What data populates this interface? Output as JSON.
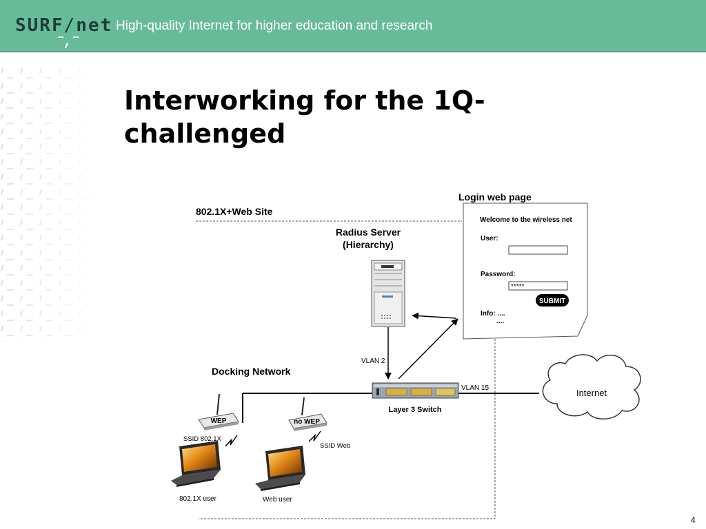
{
  "header": {
    "logo_text": "SURF",
    "logo_suffix": "net",
    "tagline": "High-quality Internet for higher education and research",
    "background_color": "#67bb99"
  },
  "slide": {
    "title_line1": "Interworking for the 1Q-",
    "title_line2": "challenged",
    "page_number": "4"
  },
  "diagram": {
    "web_site_label": "802.1X+Web Site",
    "radius_label_line1": "Radius Server",
    "radius_label_line2": "(Hierarchy)",
    "login_heading": "Login web page",
    "login_welcome": "Welcome to the wireless net",
    "login_user_label": "User:",
    "login_password_label": "Password:",
    "login_password_value": "*****",
    "login_submit": "SUBMIT",
    "login_info_label": "Info: ....",
    "login_info_more": "....",
    "vlan2_label": "VLAN 2",
    "vlan15_label": "VLAN 15",
    "docking_label": "Docking Network",
    "switch_label": "Layer 3 Switch",
    "internet_label": "Internet",
    "ap1_label": "WEP",
    "ap2_label": "no WEP",
    "ssid1_label": "SSID 802.1X",
    "ssid2_label": "SSID Web",
    "laptop1_label": "802.1X user",
    "laptop2_label": "Web user"
  }
}
